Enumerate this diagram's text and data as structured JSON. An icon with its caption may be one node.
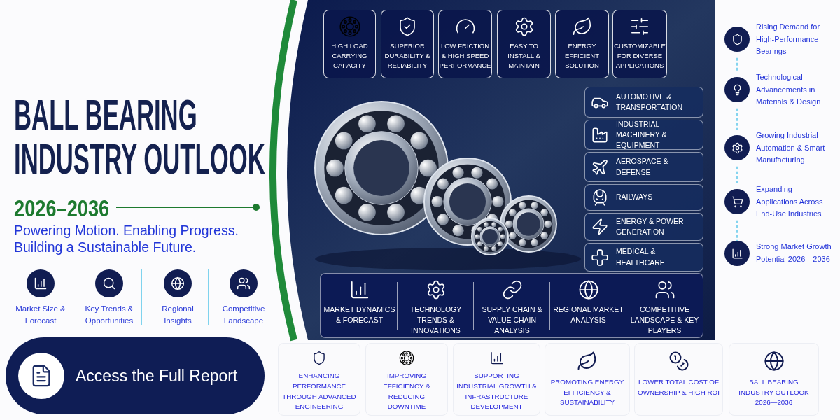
{
  "diagram": {
    "title": "BALL BEARING INDUSTRY OUTLOOK",
    "nodes": [
      {
        "text": [
          "HIGH LOAD CARRYING CAPACITY"
        ]
      },
      {
        "text": [
          "SUPERIOR DURABILITY & RELIABILITY"
        ]
      },
      {
        "text": [
          "LOW FRICTION & HIGH SPEED PERFORMANCE"
        ]
      },
      {
        "text": [
          "EASY TO INSTALL & MAINTAIN"
        ]
      },
      {
        "text": [
          "ENERGY EFFICIENT SOLUTION"
        ]
      },
      {
        "text": [
          "CUSTOMIZABLE FOR DIVERSE APPLICATIONS"
        ]
      },
      {
        "text": [
          "AUTOMOTIVE & TRANSPORTATION"
        ]
      },
      {
        "text": [
          "INDUSTRIAL MACHINERY & EQUIPMENT"
        ]
      },
      {
        "text": [
          "AEROSPACE & DEFENSE"
        ]
      },
      {
        "text": [
          "RAILWAYS"
        ]
      },
      {
        "text": [
          "ENERGY & POWER GENERATION"
        ]
      },
      {
        "text": [
          "MEDICAL & HEALTHCARE"
        ]
      },
      {
        "text": [
          "MARKET DYNAMICS & FORECAST"
        ]
      },
      {
        "text": [
          "TECHNOLOGY TRENDS & INNOVATIONS"
        ]
      },
      {
        "text": [
          "SUPPLY CHAIN & VALUE CHAIN ANALYSIS"
        ]
      },
      {
        "text": [
          "REGIONAL MARKET ANALYSIS"
        ]
      },
      {
        "text": [
          "COMPETITIVE LANDSCAPE & KEY PLAYERS"
        ]
      },
      {
        "text": [
          "Market Size & Forecast"
        ]
      },
      {
        "text": [
          "Key Trends & Opportunities"
        ]
      },
      {
        "text": [
          "Regional Insights"
        ]
      },
      {
        "text": [
          "Competitive Landscape"
        ]
      },
      {
        "text": [
          "Access the Full Report"
        ]
      },
      {
        "text": [
          "ENHANCING PERFORMANCE THROUGH ADVANCED ENGINEERING"
        ]
      },
      {
        "text": [
          "IMPROVING EFFICIENCY & REDUCING DOWNTIME"
        ]
      },
      {
        "text": [
          "SUPPORTING INDUSTRIAL GROWTH & INFRASTRUCTURE DEVELOPMENT"
        ]
      },
      {
        "text": [
          "PROMOTING ENERGY EFFICIENCY & SUSTAINABILITY"
        ]
      },
      {
        "text": [
          "LOWER TOTAL COST OF OWNERSHIP & HIGH ROI"
        ]
      },
      {
        "text": [
          "BALL BEARING INDUSTRY OUTLOOK 2026—2036"
        ]
      },
      {
        "text": [
          "Rising Demand for High-Performance Bearings"
        ]
      },
      {
        "text": [
          "Technological Advancements in Materials & Design"
        ]
      },
      {
        "text": [
          "Growing Industrial Automation & Smart Manufacturing"
        ]
      },
      {
        "text": [
          "Expanding Applications Across End-Use Industries"
        ]
      },
      {
        "text": [
          "Strong Market Growth Potential 2026—2036"
        ]
      }
    ],
    "edges": [
      {
        "from": 28,
        "to": 29,
        "arrow": "none",
        "style": "dashed"
      },
      {
        "from": 29,
        "to": 30,
        "arrow": "none",
        "style": "dashed"
      },
      {
        "from": 30,
        "to": 31,
        "arrow": "none",
        "style": "dashed"
      },
      {
        "from": 31,
        "to": 32,
        "arrow": "none",
        "style": "dashed"
      }
    ],
    "labels": [
      "2026–2036",
      "Powering Motion. Enabling Progress. Building a Sustainable Future."
    ]
  }
}
